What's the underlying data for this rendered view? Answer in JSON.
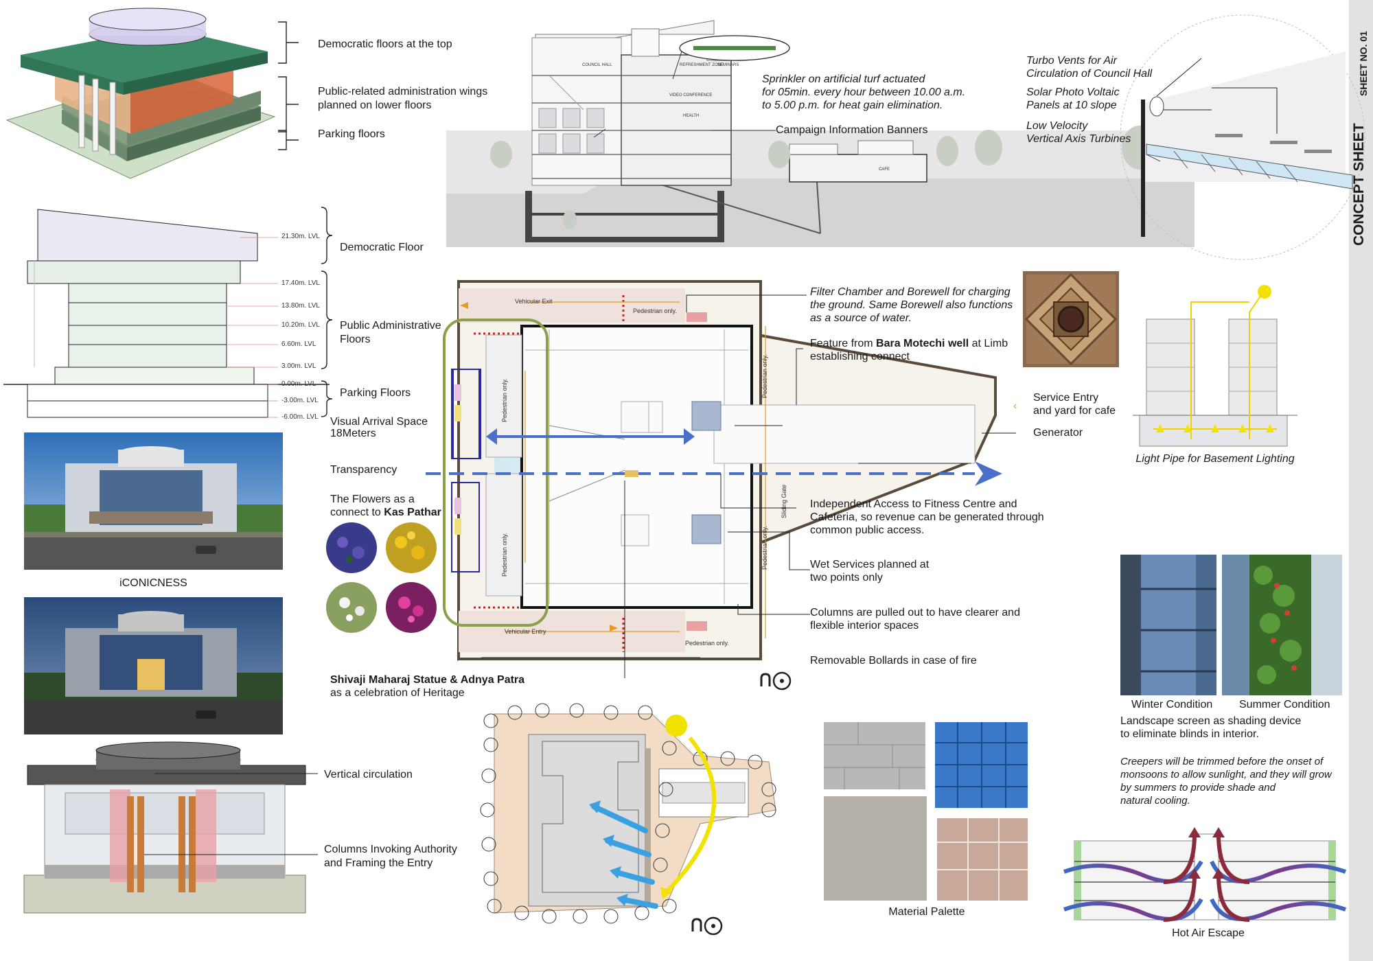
{
  "sheet": {
    "title": "CONCEPT SHEET",
    "number": "SHEET NO. 01"
  },
  "massing": {
    "democratic_top": "Democratic floors at the top",
    "admin_wings_1": "Public-related administration wings",
    "admin_wings_2": "planned on lower floors",
    "parking": "Parking floors"
  },
  "section_levels": {
    "democratic": "Democratic Floor",
    "public_admin_1": "Public Administrative",
    "public_admin_2": "Floors",
    "parking": "Parking Floors",
    "levels": [
      "21.30m. LVL",
      "17.40m. LVL",
      "13.80m. LVL",
      "10.20m. LVL",
      "6.60m. LVL",
      "3.00m. LVL",
      "0.00m. LVL",
      "-3.00m. LVL",
      "-6.00m. LVL"
    ]
  },
  "renders": {
    "iconicness": "iCONICNESS"
  },
  "entry_model": {
    "vertical": "Vertical circulation",
    "columns_1": "Columns Invoking  Authority",
    "columns_2": "and Framing the Entry"
  },
  "main_section": {
    "sprinkler_1": "Sprinkler on artificial turf actuated",
    "sprinkler_2": "for 05min. every hour between 10.00 a.m.",
    "sprinkler_3": "to 5.00 p.m. for heat gain elimination.",
    "banners": "Campaign Information Banners",
    "council_hall": "COUNCIL HALL",
    "refreshment": "REFRESHMENT ZONE",
    "seminars": "SEMINARS",
    "video_conf": "VIDEO CONFERENCE",
    "health": "HEALTH",
    "cafe": "CAFE"
  },
  "roof_detail": {
    "turbo_1": "Turbo Vents for Air",
    "turbo_2": "Circulation of Council Hall",
    "solar_1": "Solar Photo Voltaic",
    "solar_2": "Panels at 10 slope",
    "turbine_1": "Low Velocity",
    "turbine_2": "Vertical Axis Turbines"
  },
  "plan": {
    "vehicular_exit": "Vehicular Exit",
    "vehicular_entry": "Vehicular Entry",
    "pedestrian_only": "Pedestrian only.",
    "sliding_gate": "Sliding Gate",
    "visual_arrival_1": "Visual Arrival Space",
    "visual_arrival_2": "18Meters",
    "transparency": "Transparency",
    "flowers_1": "The Flowers as a",
    "flowers_2a": "connect to ",
    "flowers_2b": "Kas Pathar",
    "statue_1": "Shivaji Maharaj Statue & Adnya Patra",
    "statue_2": "as a celebration of Heritage",
    "filter_1": "Filter Chamber and Borewell for charging",
    "filter_2": "the ground. Same Borewell also functions",
    "filter_3": "as a source of water.",
    "feature_1a": "Feature from ",
    "feature_1b": "Bara Motechi well",
    "feature_1c": " at Limb",
    "feature_2": "establishing connect",
    "service_1": "Service Entry",
    "service_2": "and yard for cafe",
    "generator": "Generator",
    "independent_1": "Independent Access to Fitness Centre and",
    "independent_2": "Cafeteria, so revenue can be generated through",
    "independent_3": "common public access.",
    "wet_1": "Wet Services planned at",
    "wet_2": "two points only",
    "columns_1": "Columns are pulled out to have clearer  and",
    "columns_2": "flexible interior spaces",
    "bollards": "Removable Bollards in case of fire"
  },
  "light_pipe": {
    "caption": "Light Pipe for Basement Lighting"
  },
  "landscape": {
    "winter": "Winter Condition",
    "summer": "Summer Condition",
    "screen_1": "Landscape screen as shading device",
    "screen_2": "to eliminate blinds in interior.",
    "creepers_1": "Creepers will be trimmed before the onset of",
    "creepers_2": "monsoons to allow sunlight, and they will grow",
    "creepers_3": "by summers to provide shade and",
    "creepers_4": "natural cooling."
  },
  "materials": {
    "caption": "Material Palette"
  },
  "hot_air": {
    "caption": "Hot Air Escape"
  },
  "colors": {
    "accent_blue": "#4a6fc8",
    "olive": "#8aa04a",
    "sun": "#f2e200",
    "brown": "#5a4a3a"
  }
}
